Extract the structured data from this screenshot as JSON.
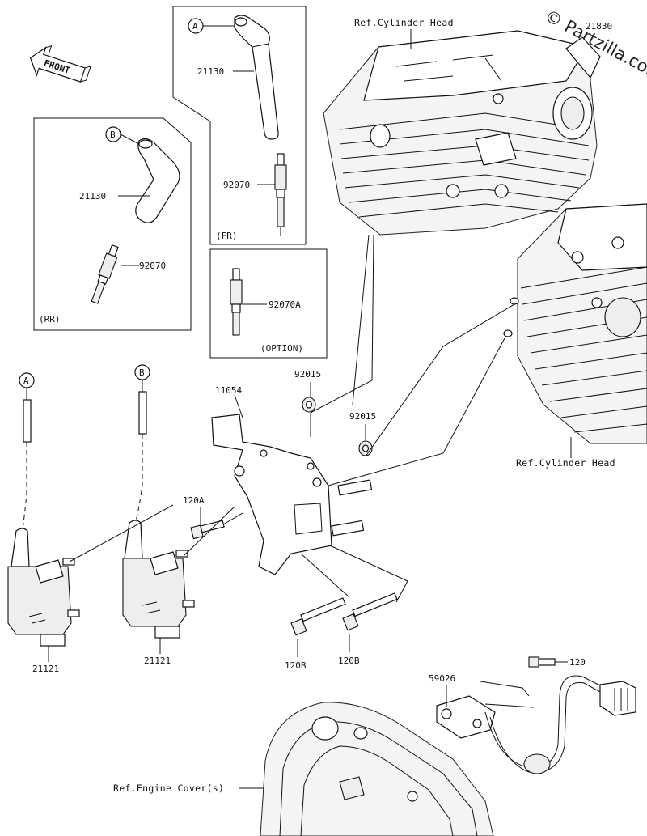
{
  "watermark": "© Partzilla.com",
  "front_label": "FRONT",
  "callout_a": "A",
  "callout_b": "B",
  "refs": {
    "cylinder_head_top": "Ref.Cylinder Head",
    "cylinder_head_side": "Ref.Cylinder Head",
    "engine_cover": "Ref.Engine Cover(s)"
  },
  "boxes": {
    "fr": "(FR)",
    "rr": "(RR)",
    "option": "(OPTION)"
  },
  "parts": {
    "p_21130_fr": "21130",
    "p_92070_fr": "92070",
    "p_21130_rr": "21130",
    "p_92070_rr": "92070",
    "p_92070a": "92070A",
    "p_92015_a": "92015",
    "p_92015_b": "92015",
    "p_11054": "11054",
    "p_120a": "120A",
    "p_120b_1": "120B",
    "p_120b_2": "120B",
    "p_21121_1": "21121",
    "p_21121_2": "21121",
    "p_59026": "59026",
    "p_120": "120",
    "p_21830": "21830"
  }
}
